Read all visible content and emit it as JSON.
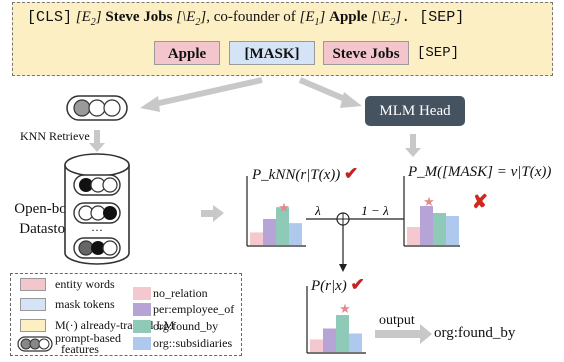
{
  "input_sentence": {
    "cls": "[CLS]",
    "e2_open": "[E",
    "e2_sub": "2",
    "e2_close_bracket": "]",
    "entity_head": "Steve Jobs",
    "e2_end": "[\\E",
    "e2_end_sub": "2",
    "middle_text": ", co-founder of",
    "e1_open": "[E",
    "e1_sub": "1",
    "entity_tail": "Apple",
    "e2_final": "[\\E",
    "e2_final_sub": "2",
    "dot_sep": ". [SEP]"
  },
  "prompt_tokens": {
    "apple": "Apple",
    "mask": "[MASK]",
    "steve": "Steve Jobs",
    "sep": "[SEP]"
  },
  "labels": {
    "knn_retrieve": "KNN Retrieve",
    "mlm_head": "MLM Head",
    "datastore_line1": "Open-book",
    "datastore_line2": "Datastore",
    "ellipsis": "···",
    "lambda": "λ",
    "one_minus_lambda": "1 − λ",
    "output": "output",
    "output_relation": "org:found_by"
  },
  "formulas": {
    "p_knn": "P_kNN(r|T(x))",
    "p_m": "P_M([MASK] = v|T(x))",
    "p_final": "P(r|x)"
  },
  "marks": {
    "check": "✔",
    "cross": "✘",
    "star": "★"
  },
  "legend": {
    "entity_words": "entity words",
    "mask_tokens": "mask tokens",
    "already_trained": "M(·) already-trained LM",
    "prompt_line1": "prompt-based",
    "prompt_line2": "features",
    "relations": [
      "no_relation",
      "per:employee_of",
      "org:found_by",
      "org::subsidiaries"
    ]
  },
  "colors": {
    "entity": "#f3c6ce",
    "mask": "#d4e3f6",
    "lm": "#fdefc4",
    "mlm_head": "#455260",
    "rel_no_relation": "#f5c8cf",
    "rel_employee": "#b7a4d6",
    "rel_found_by": "#8ecab7",
    "rel_subsidiaries": "#aec8ee",
    "check": "#c82020",
    "cross": "#d0281c",
    "star": "#e6878c"
  },
  "bar_groups": {
    "knn": [
      0.3,
      0.62,
      0.9,
      0.52
    ],
    "mlm": [
      0.36,
      0.78,
      0.64,
      0.58
    ],
    "final": [
      0.3,
      0.56,
      0.88,
      0.44
    ]
  }
}
